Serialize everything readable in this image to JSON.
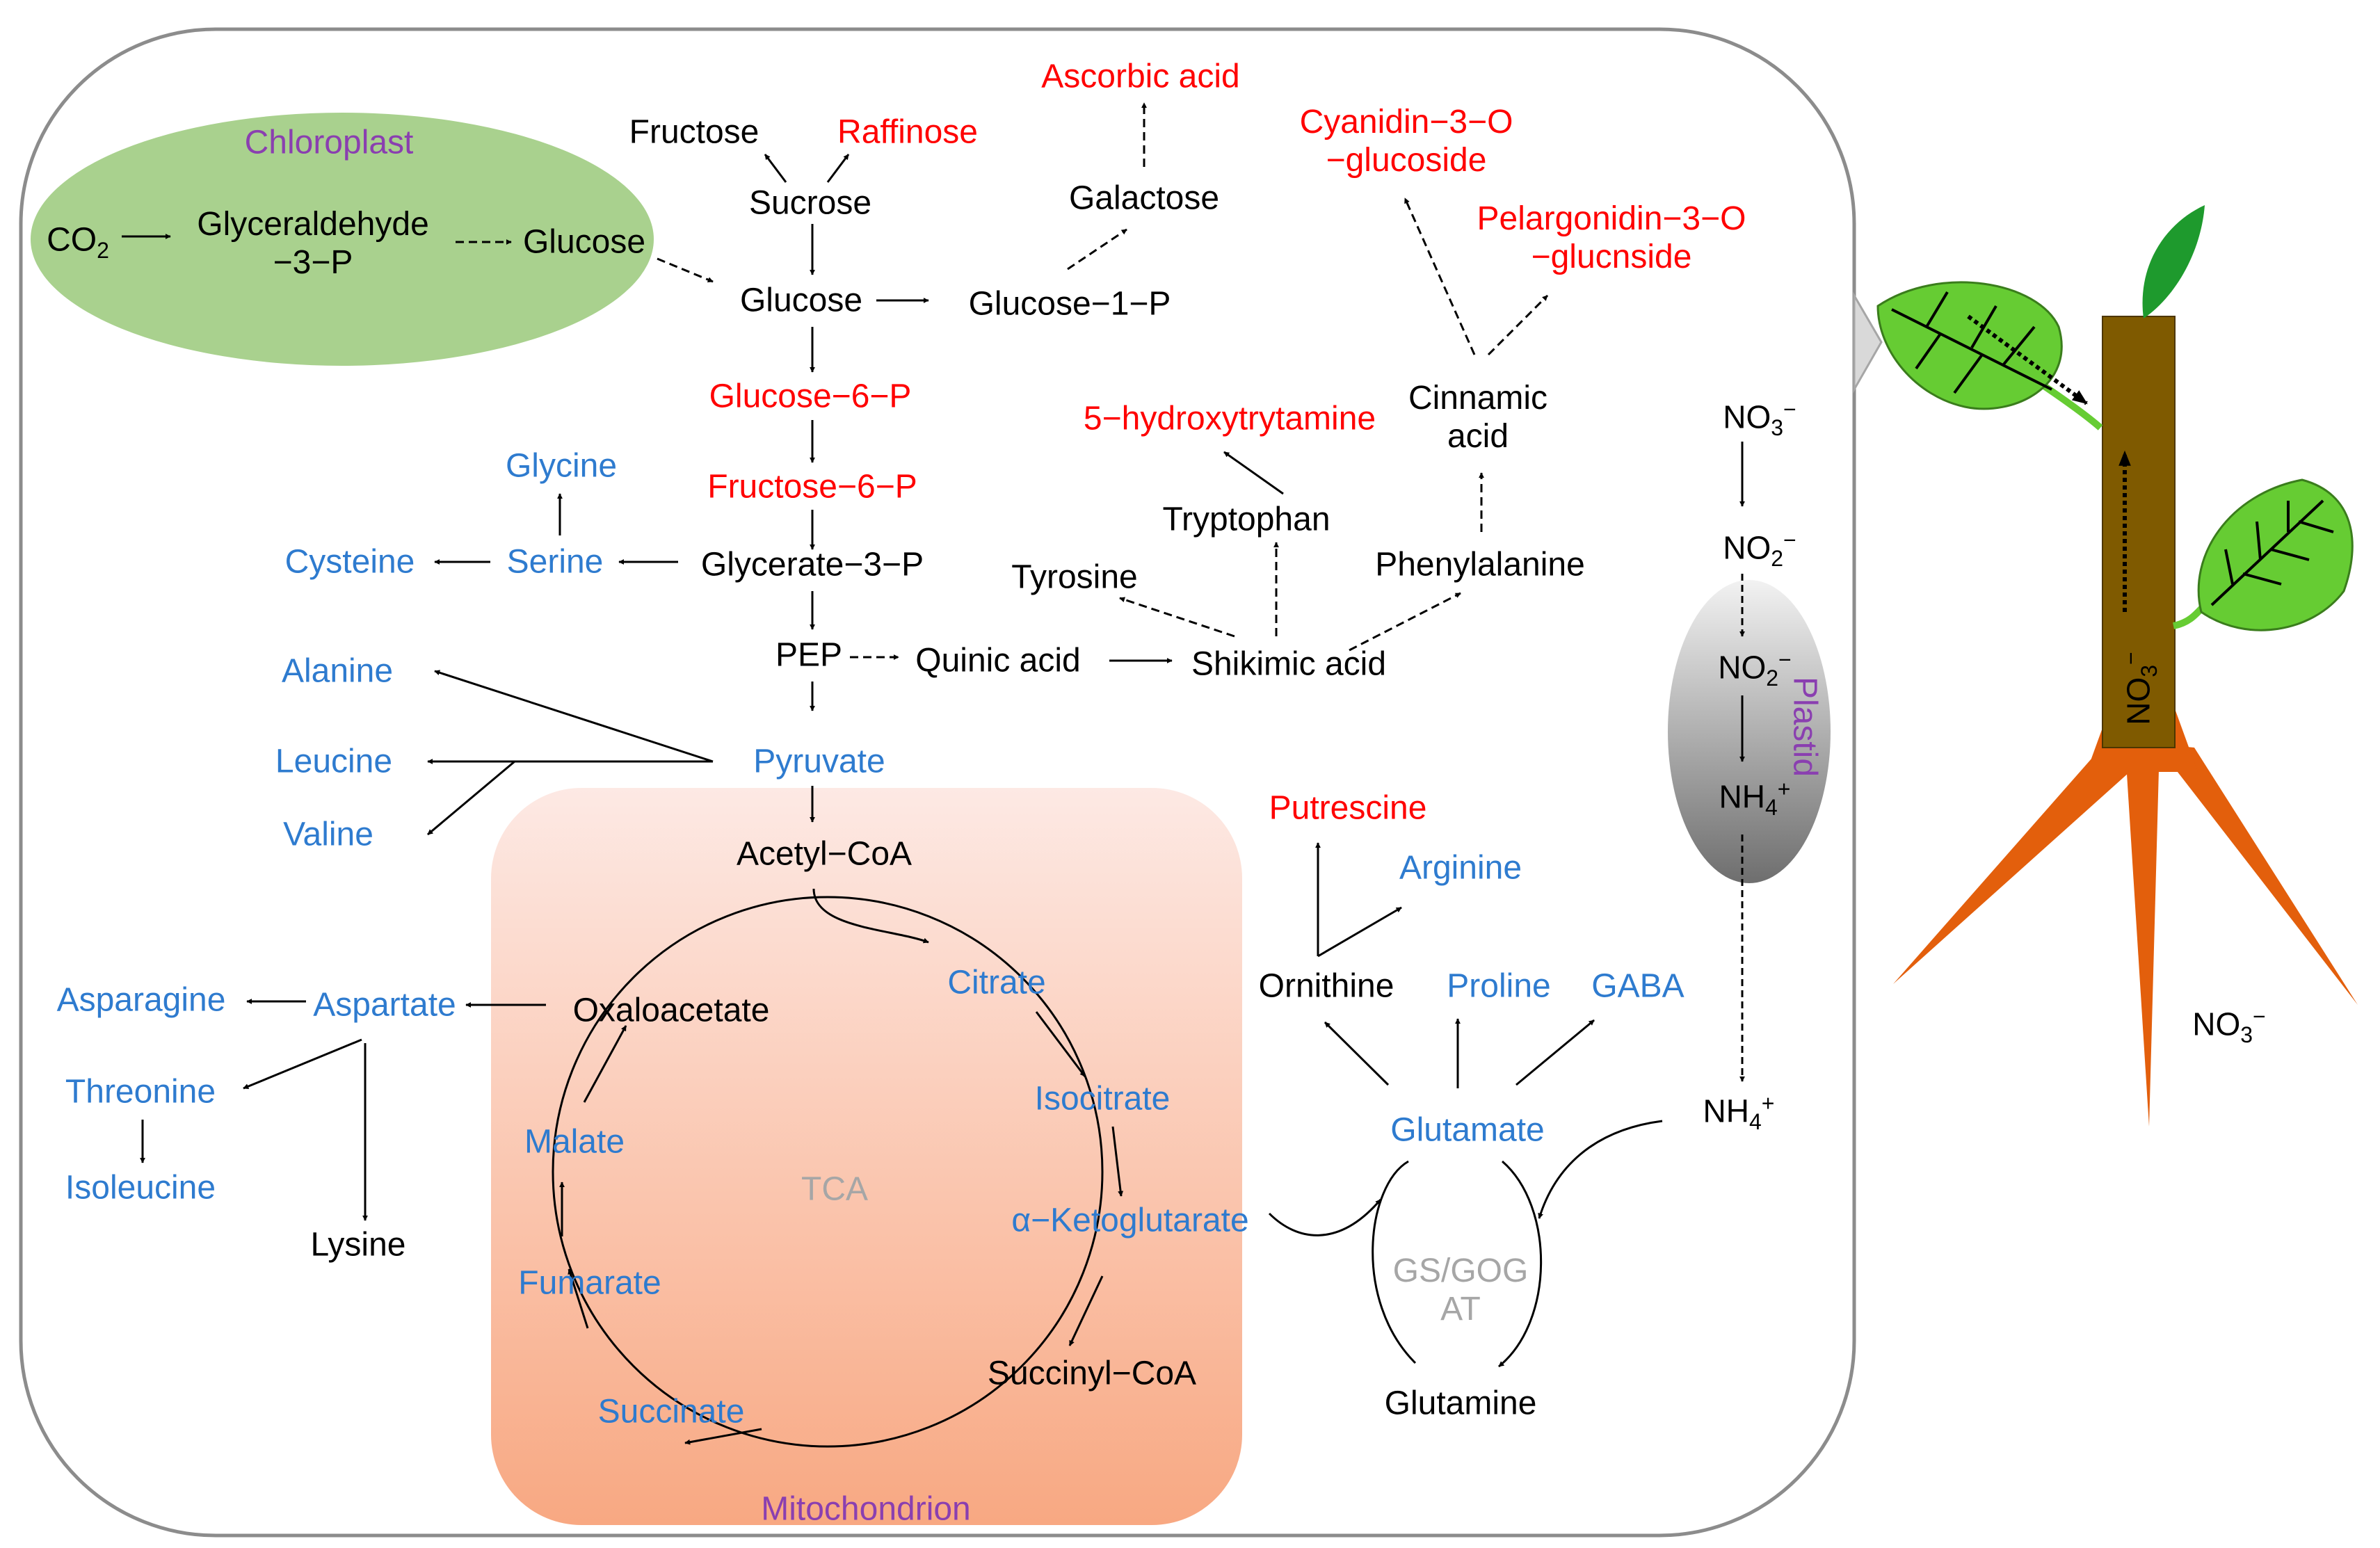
{
  "compartments": {
    "chloroplast": "Chloroplast",
    "mitochondrion": "Mitochondrion",
    "plastid": "Plastid",
    "tca": "TCA",
    "gs_gogat_line1": "GS/GOG",
    "gs_gogat_line2": "AT"
  },
  "metabolites": {
    "co2": "CO",
    "co2_sub": "2",
    "glyceraldehyde_line1": "Glyceraldehyde",
    "glyceraldehyde_line2": "−3−P",
    "glucose_chloroplast": "Glucose",
    "fructose": "Fructose",
    "raffinose": "Raffinose",
    "sucrose": "Sucrose",
    "ascorbic_acid": "Ascorbic acid",
    "galactose": "Galactose",
    "glucose": "Glucose",
    "glucose_1_p": "Glucose−1−P",
    "cyanidin_line1": "Cyanidin−3−O",
    "cyanidin_line2": "−glucoside",
    "pelargonidin_line1": "Pelargonidin−3−O",
    "pelargonidin_line2": "−glucnside",
    "cinnamic_line1": "Cinnamic",
    "cinnamic_line2": "acid",
    "glucose_6_p": "Glucose−6−P",
    "fructose_6_p": "Fructose−6−P",
    "hydroxytryptamine": "5−hydroxytrytamine",
    "glycine": "Glycine",
    "cysteine": "Cysteine",
    "serine": "Serine",
    "glycerate_3_p": "Glycerate−3−P",
    "tryptophan": "Tryptophan",
    "phenylalanine": "Phenylalanine",
    "tyrosine": "Tyrosine",
    "pep": "PEP",
    "quinic_acid": "Quinic acid",
    "shikimic_acid": "Shikimic acid",
    "alanine": "Alanine",
    "leucine": "Leucine",
    "valine": "Valine",
    "pyruvate": "Pyruvate",
    "acetyl_coa": "Acetyl−CoA",
    "putrescine": "Putrescine",
    "arginine": "Arginine",
    "citrate": "Citrate",
    "oxaloacetate": "Oxaloacetate",
    "asparagine": "Asparagine",
    "aspartate": "Aspartate",
    "ornithine": "Ornithine",
    "proline": "Proline",
    "gaba": "GABA",
    "threonine": "Threonine",
    "isoleucine": "Isoleucine",
    "lysine": "Lysine",
    "isocitrate": "Isocitrate",
    "malate": "Malate",
    "glutamate": "Glutamate",
    "alpha_ketoglutarate": "α−Ketoglutarate",
    "fumarate": "Fumarate",
    "succinyl_coa": "Succinyl−CoA",
    "succinate": "Succinate",
    "glutamine": "Glutamine"
  },
  "nitrogen": {
    "no3_top": "NO",
    "no3_top_sub": "3",
    "no3_top_sup": "−",
    "no2_cyto": "NO",
    "no2_cyto_sub": "2",
    "no2_cyto_sup": "−",
    "no2_plastid": "NO",
    "no2_plastid_sub": "2",
    "no2_plastid_sup": "−",
    "nh4_plastid": "NH",
    "nh4_plastid_sub": "4",
    "nh4_plastid_sup": "+",
    "nh4_cyto": "NH",
    "nh4_cyto_sub": "4",
    "nh4_cyto_sup": "+",
    "no3_soil": "NO",
    "no3_soil_sub": "3",
    "no3_soil_sup": "−",
    "no3_stem": "NO",
    "no3_stem_sub": "3",
    "no3_stem_sup": "−"
  },
  "colors": {
    "text_default": "#000000",
    "text_increased": "#ff0000",
    "text_amino_acid": "#2e7bcf",
    "text_compartment": "#8a3fb0",
    "text_cycle": "#a6a6a6",
    "chloroplast_fill": "#a9d18e",
    "mitochondrion_fill_top": "#fde9e4",
    "mitochondrion_fill_bottom": "#f8a882",
    "plastid_fill_top": "#f2f2f2",
    "plastid_fill_bottom": "#6e6e6e",
    "stem": "#7f5a00",
    "leaf": "#66cc33",
    "roots": "#e35f0c",
    "cell_border": "#8c8c8c"
  },
  "icons": [
    "plant-icon",
    "leaf-icon",
    "root-icon"
  ]
}
